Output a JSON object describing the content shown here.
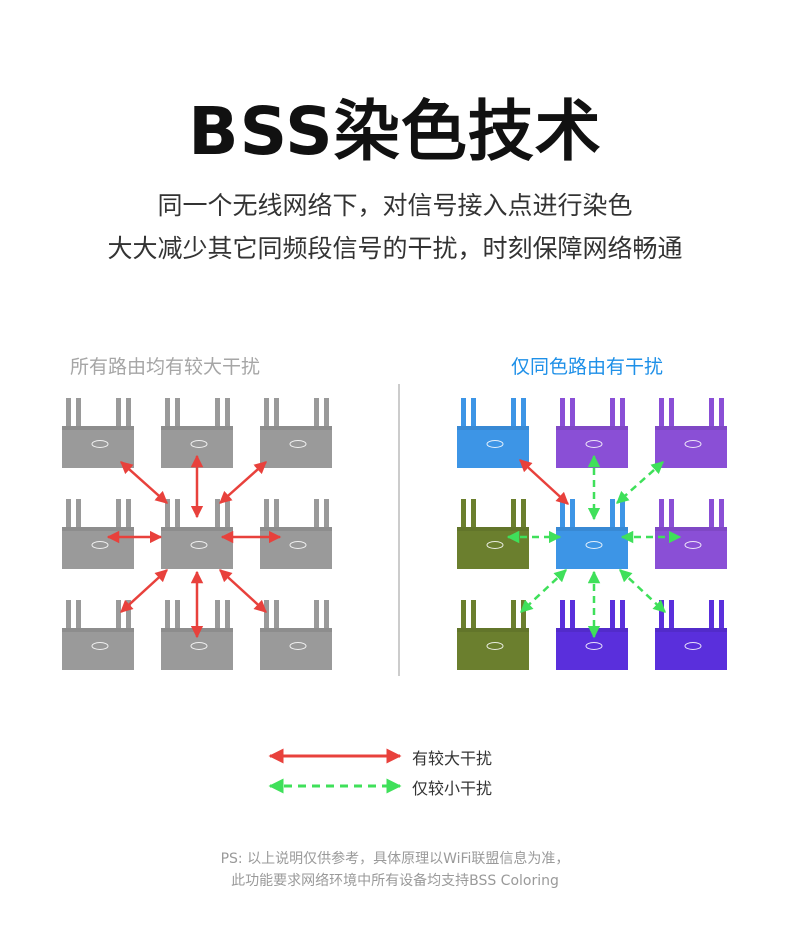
{
  "title": "BSS染色技术",
  "subtitle_line1": "同一个无线网络下，对信号接入点进行染色",
  "subtitle_line2": "大大减少其它同频段信号的干扰，时刻保障网络畅通",
  "left_panel": {
    "label": "所有路由均有较大干扰",
    "router_color": "#9a9a9a",
    "arrow_color": "#e8413c"
  },
  "right_panel": {
    "label": "仅同色路由有干扰",
    "label_color": "#1e90e8",
    "router_colors": [
      [
        "#3d95e6",
        "#8a4fd6",
        "#8a4fd6"
      ],
      [
        "#6b7f2e",
        "#3d95e6",
        "#8a4fd6"
      ],
      [
        "#6b7f2e",
        "#5a2fdc",
        "#5a2fdc"
      ]
    ],
    "strong_arrow_color": "#e8413c",
    "weak_arrow_color": "#3fe05a"
  },
  "legend": {
    "strong_label": "有较大干扰",
    "weak_label": "仅较小干扰"
  },
  "ps_line1": "PS: 以上说明仅供参考，具体原理以WiFi联盟信息为准，",
  "ps_line2": "此功能要求网络环境中所有设备均支持BSS Coloring"
}
